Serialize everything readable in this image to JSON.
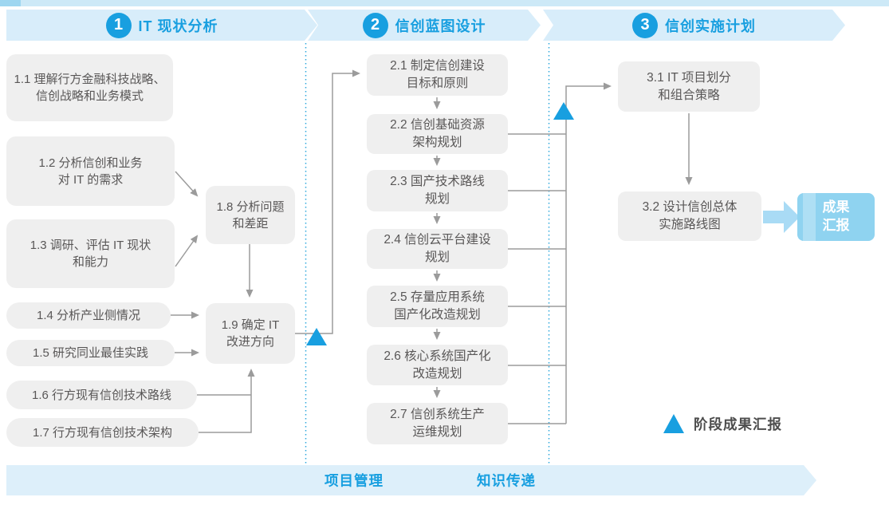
{
  "colors": {
    "accent_blue": "#189FE0",
    "banner_bg": "#D8EDFA",
    "footer_banner_bg": "#DDEFFA",
    "node_bg": "#EFEFEF",
    "node_text": "#595757",
    "connector_line": "#9B9B9B",
    "dotted_divider": "#2FA8DD",
    "report_box_bg": "#8FD3F0",
    "report_box_text": "#FFFFFF",
    "thick_arrow": "#A9DBF5"
  },
  "phases": [
    {
      "number": "1",
      "title": "IT 现状分析"
    },
    {
      "number": "2",
      "title": "信创蓝图设计"
    },
    {
      "number": "3",
      "title": "信创实施计划"
    }
  ],
  "phase1": {
    "boxes": [
      {
        "id": "1.1",
        "text": "1.1 理解行方金融科技战略、\n信创战略和业务模式"
      },
      {
        "id": "1.2",
        "text": "1.2 分析信创和业务\n对 IT 的需求"
      },
      {
        "id": "1.3",
        "text": "1.3 调研、评估 IT 现状\n和能力"
      },
      {
        "id": "1.4",
        "text": "1.4 分析产业侧情况"
      },
      {
        "id": "1.5",
        "text": "1.5 研究同业最佳实践"
      },
      {
        "id": "1.6",
        "text": "1.6 行方现有信创技术路线"
      },
      {
        "id": "1.7",
        "text": "1.7 行方现有信创技术架构"
      },
      {
        "id": "1.8",
        "text": "1.8 分析问题\n和差距"
      },
      {
        "id": "1.9",
        "text": "1.9 确定 IT\n改进方向"
      }
    ]
  },
  "phase2": {
    "boxes": [
      {
        "id": "2.1",
        "text": "2.1 制定信创建设\n目标和原则"
      },
      {
        "id": "2.2",
        "text": "2.2 信创基础资源\n架构规划"
      },
      {
        "id": "2.3",
        "text": "2.3 国产技术路线\n规划"
      },
      {
        "id": "2.4",
        "text": "2.4 信创云平台建设\n规划"
      },
      {
        "id": "2.5",
        "text": "2.5 存量应用系统\n国产化改造规划"
      },
      {
        "id": "2.6",
        "text": "2.6 核心系统国产化\n改造规划"
      },
      {
        "id": "2.7",
        "text": "2.7 信创系统生产\n运维规划"
      }
    ]
  },
  "phase3": {
    "boxes": [
      {
        "id": "3.1",
        "text": "3.1 IT 项目划分\n和组合策略"
      },
      {
        "id": "3.2",
        "text": "3.2 设计信创总体\n实施路线图"
      }
    ]
  },
  "report_box": {
    "text": "成果\n汇报"
  },
  "legend": {
    "label": "阶段成果汇报"
  },
  "footer": {
    "labels": [
      "项目管理",
      "知识传递"
    ]
  }
}
